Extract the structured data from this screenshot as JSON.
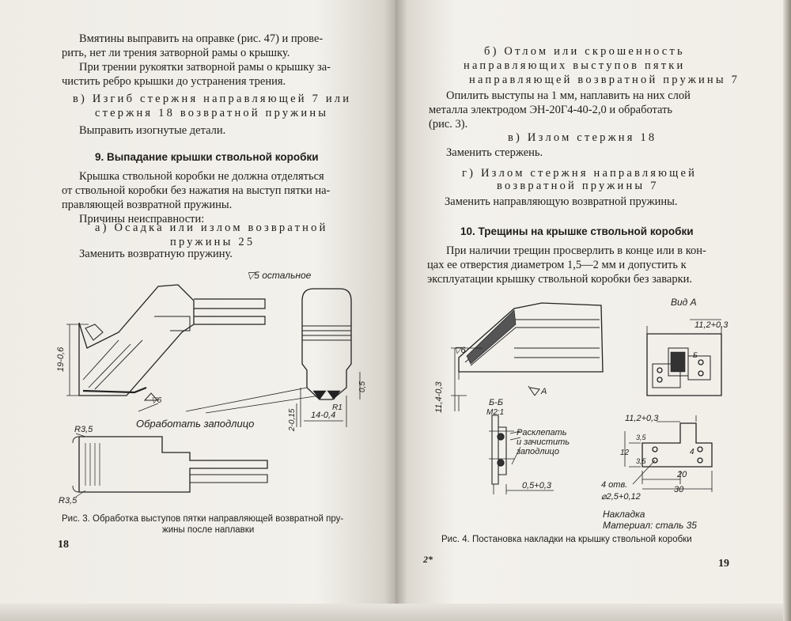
{
  "left_page": {
    "para1_l1": "Вмятины выправить на оправке (рис. 47) и прове-",
    "para1_l2": "рить, нет ли трения затворной рамы о крышку.",
    "para2_l1": "При трении рукоятки затворной рамы о крышку за-",
    "para2_l2": "чистить ребро крышки до устранения трения.",
    "sub_v_l1": "в) Изгиб стержня направляющей 7 или",
    "sub_v_l2": "стержня 18 возвратной пружины",
    "fix_v": "Выправить изогнутые детали.",
    "heading9": "9. Выпадание крышки ствольной коробки",
    "para3_l1": "Крышка ствольной коробки не должна отделяться",
    "para3_l2": "от ствольной коробки без нажатия на выступ пятки на-",
    "para3_l3": "правляющей возвратной пружины.",
    "para4": "Причины неисправности:",
    "sub_a_l1": "а) Осадка или излом возвратной",
    "sub_a_l2": "пружины 25",
    "fix_a": "Заменить возвратную пружину.",
    "figure3": {
      "surface_note": "▽5 остальное",
      "dim_height": "19-0,6",
      "dim_width": "14-0,4",
      "dim_depth": "2-0,15",
      "dim_small": "0,5",
      "radius_r1": "R1",
      "finish_mark": "▽6",
      "flush_note": "Обработать заподлицо",
      "radius_top": "R3,5",
      "radius_bottom": "R3,5"
    },
    "caption_l1": "Рис. 3. Обработка выступов пятки направляющей возвратной пру-",
    "caption_l2": "жины после наплавки",
    "page_number": "18"
  },
  "right_page": {
    "sub_b_l1": "б) Отлом или скрошенность",
    "sub_b_l2": "направляющих выступов пятки",
    "sub_b_l3": "направляющей возвратной пружины 7",
    "fix_b_l1": "Опилить выступы на 1 мм, наплавить на них слой",
    "fix_b_l2": "металла электродом ЭН-20Г4-40-2,0 и обработать",
    "fix_b_l3": "(рис. 3).",
    "sub_v": "в) Излом стержня 18",
    "fix_v": "Заменить стержень.",
    "sub_g_l1": "г) Излом стержня направляющей",
    "sub_g_l2": "возвратной пружины 7",
    "fix_g": "Заменить направляющую возвратной пружины.",
    "heading10": "10. Трещины на крышке ствольной коробки",
    "para_l1": "При наличии трещин просверлить в конце или в кон-",
    "para_l2": "цах ее отверстия диаметром 1,5—2 мм и допустить к",
    "para_l3": "эксплуатации крышку ствольной коробки без заварки.",
    "figure4": {
      "view_label": "Вид А",
      "dim_top": "11,2+0,3",
      "finish_mark": "▽6",
      "arrow_label": "А",
      "dim_vertical": "11,4-0,3",
      "section_label": "Б-Б",
      "scale": "М2:1",
      "rivet_note_l1": "Расклепать",
      "rivet_note_l2": "и зачистить",
      "rivet_note_l3": "заподлицо",
      "dim_gap": "0,5+0,3",
      "dim_plate_top": "11,2+0,3",
      "dim_35_a": "3,5",
      "dim_12": "12",
      "dim_35_b": "3,5",
      "dim_4": "4",
      "dim_20": "20",
      "dim_30": "30",
      "holes_l1": "4 отв.",
      "holes_l2": "⌀2,5+0,12",
      "part_name": "Накладка",
      "material": "Материал: сталь 35",
      "mark_b": "Б"
    },
    "caption": "Рис. 4. Постановка накладки на крышку ствольной коробки",
    "footer_mark": "2*",
    "page_number": "19"
  }
}
